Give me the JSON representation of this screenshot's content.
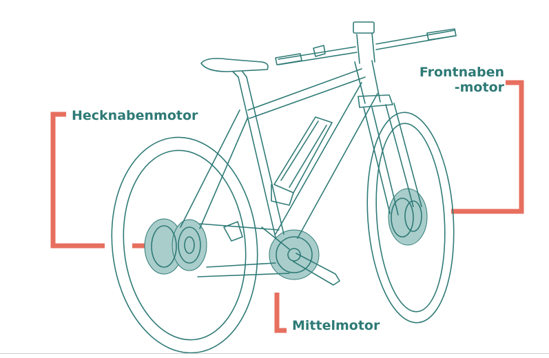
{
  "labels": {
    "rear_hub_motor": "Hecknabenmotor",
    "front_hub_motor": "Frontnaben\n-motor",
    "mid_motor": "Mittelmotor"
  },
  "colors": {
    "line": "#2e7a76",
    "accent": "#e76f5f",
    "motor_fill": "#a9cdcb",
    "background": "#ffffff"
  }
}
